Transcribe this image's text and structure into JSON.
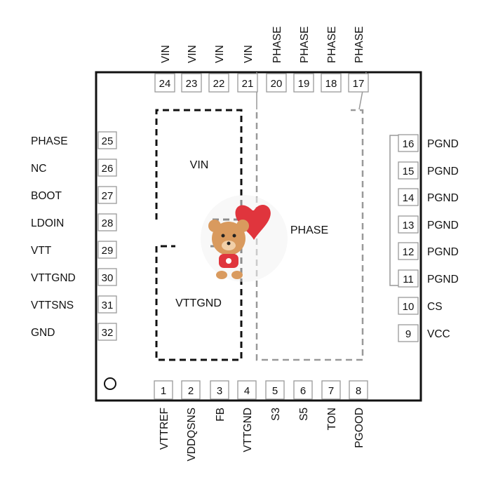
{
  "pins_top": [
    {
      "num": "24",
      "name": "VIN"
    },
    {
      "num": "23",
      "name": "VIN"
    },
    {
      "num": "22",
      "name": "VIN"
    },
    {
      "num": "21",
      "name": "VIN"
    },
    {
      "num": "20",
      "name": "PHASE"
    },
    {
      "num": "19",
      "name": "PHASE"
    },
    {
      "num": "18",
      "name": "PHASE"
    },
    {
      "num": "17",
      "name": "PHASE"
    }
  ],
  "pins_bottom": [
    {
      "num": "1",
      "name": "VTTREF"
    },
    {
      "num": "2",
      "name": "VDDQSNS"
    },
    {
      "num": "3",
      "name": "FB"
    },
    {
      "num": "4",
      "name": "VTTGND"
    },
    {
      "num": "5",
      "name": "S3"
    },
    {
      "num": "6",
      "name": "S5"
    },
    {
      "num": "7",
      "name": "TON"
    },
    {
      "num": "8",
      "name": "PGOOD"
    }
  ],
  "pins_left": [
    {
      "num": "25",
      "name": "PHASE"
    },
    {
      "num": "26",
      "name": "NC"
    },
    {
      "num": "27",
      "name": "BOOT"
    },
    {
      "num": "28",
      "name": "LDOIN"
    },
    {
      "num": "29",
      "name": "VTT"
    },
    {
      "num": "30",
      "name": "VTTGND"
    },
    {
      "num": "31",
      "name": "VTTSNS"
    },
    {
      "num": "32",
      "name": "GND"
    }
  ],
  "pins_right": [
    {
      "num": "16",
      "name": "PGND"
    },
    {
      "num": "15",
      "name": "PGND"
    },
    {
      "num": "14",
      "name": "PGND"
    },
    {
      "num": "13",
      "name": "PGND"
    },
    {
      "num": "12",
      "name": "PGND"
    },
    {
      "num": "11",
      "name": "PGND"
    },
    {
      "num": "10",
      "name": "CS"
    },
    {
      "num": "9",
      "name": "VCC"
    }
  ],
  "pads": {
    "vin": "VIN",
    "vttgnd": "VTTGND",
    "phase": "PHASE"
  },
  "colors": {
    "outline": "#111111",
    "pad_dark": "#111111",
    "pad_gray": "#999999",
    "heart": "#e0353d",
    "bear": "#d99a5e"
  },
  "icons": {
    "pin1_marker": "circle-icon",
    "sticker": "teddy-bear-heart-icon"
  }
}
